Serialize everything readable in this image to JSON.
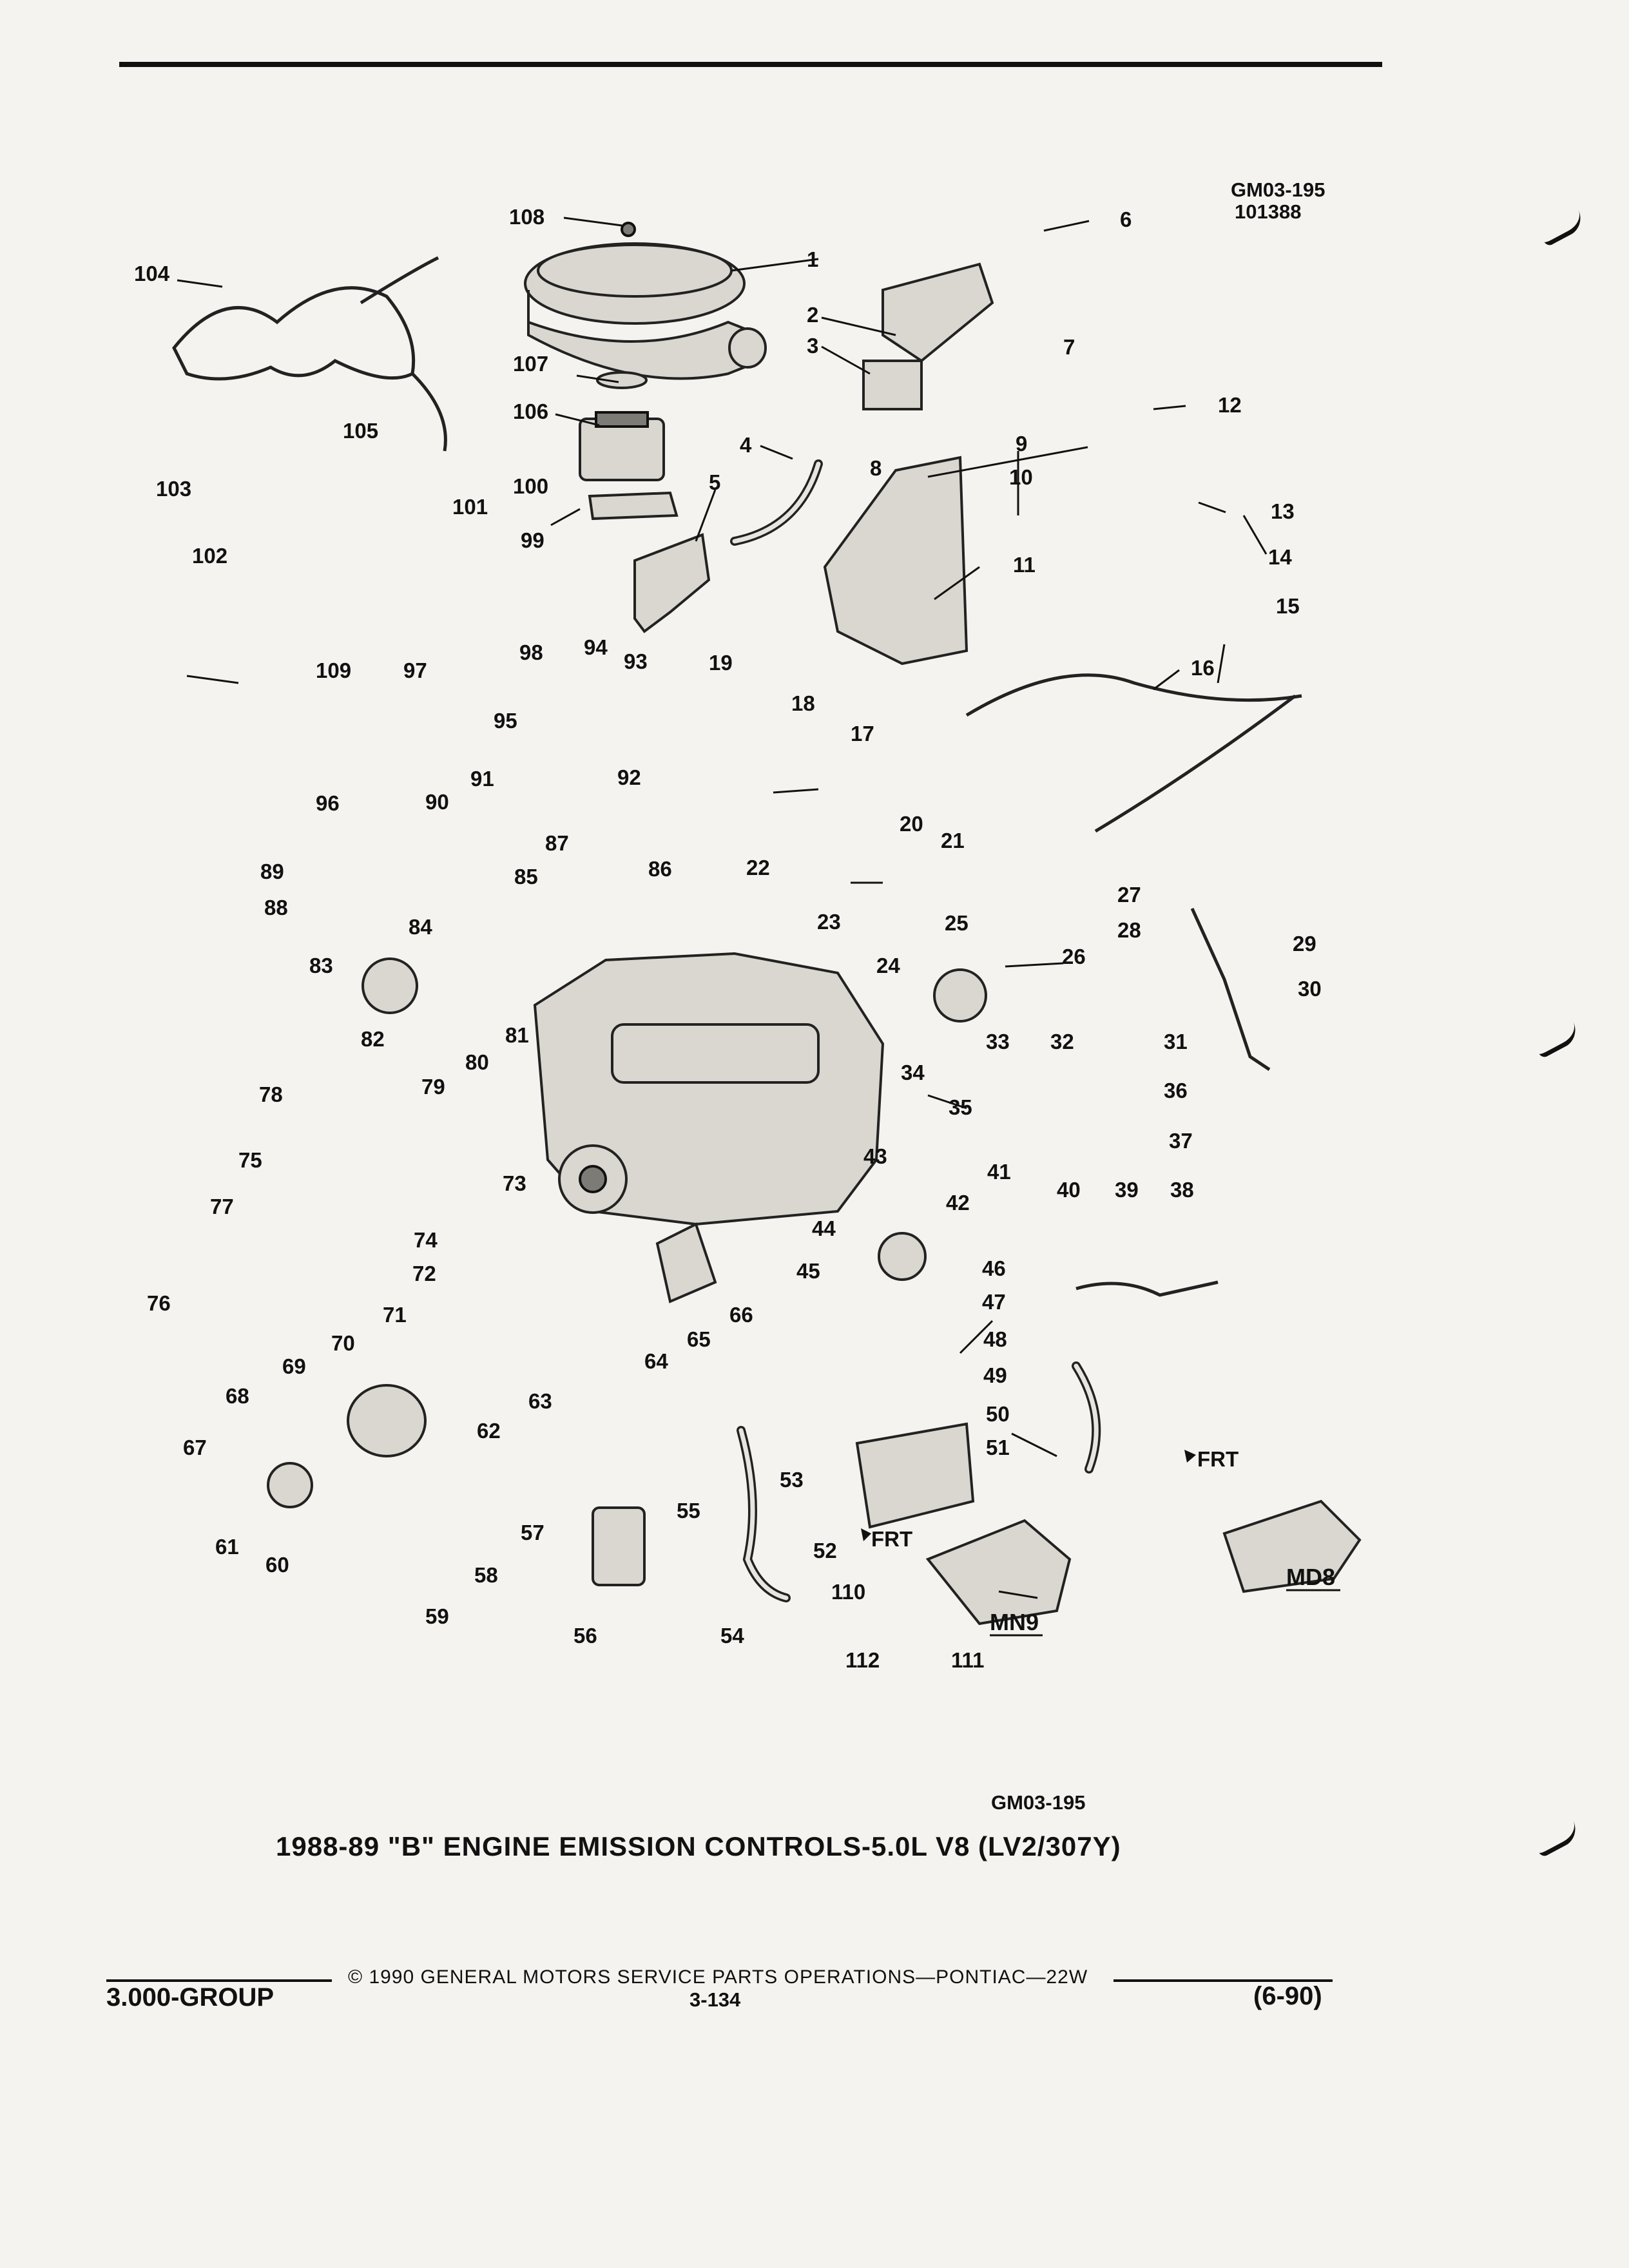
{
  "header": {
    "ref_code": "GM03-195",
    "ref_number": "101388"
  },
  "diagram": {
    "figure_code": "GM03-195",
    "title": "1988-89 \"B\" ENGINE EMISSION CONTROLS-5.0L V8 (LV2/307Y)",
    "variant_labels": [
      "MN9",
      "MD8"
    ],
    "direction_label": "FRT",
    "callouts": [
      "1",
      "2",
      "3",
      "4",
      "5",
      "6",
      "7",
      "8",
      "9",
      "10",
      "11",
      "12",
      "13",
      "14",
      "15",
      "16",
      "17",
      "18",
      "19",
      "20",
      "21",
      "22",
      "23",
      "24",
      "25",
      "26",
      "27",
      "28",
      "29",
      "30",
      "31",
      "32",
      "33",
      "34",
      "35",
      "36",
      "37",
      "38",
      "39",
      "40",
      "41",
      "42",
      "43",
      "44",
      "45",
      "46",
      "47",
      "48",
      "49",
      "50",
      "51",
      "52",
      "53",
      "54",
      "55",
      "56",
      "57",
      "58",
      "59",
      "60",
      "61",
      "62",
      "63",
      "64",
      "65",
      "66",
      "67",
      "68",
      "69",
      "70",
      "71",
      "72",
      "73",
      "74",
      "75",
      "76",
      "77",
      "78",
      "79",
      "80",
      "81",
      "82",
      "83",
      "84",
      "85",
      "86",
      "87",
      "88",
      "89",
      "90",
      "91",
      "92",
      "93",
      "94",
      "95",
      "96",
      "97",
      "98",
      "99",
      "100",
      "101",
      "102",
      "103",
      "104",
      "105",
      "106",
      "107",
      "108",
      "109",
      "110",
      "111",
      "112"
    ]
  },
  "footer": {
    "copyright": "© 1990 GENERAL MOTORS SERVICE PARTS OPERATIONS—PONTIAC—22W",
    "group": "3.000-GROUP",
    "page_number": "3-134",
    "date_code": "(6-90)"
  }
}
